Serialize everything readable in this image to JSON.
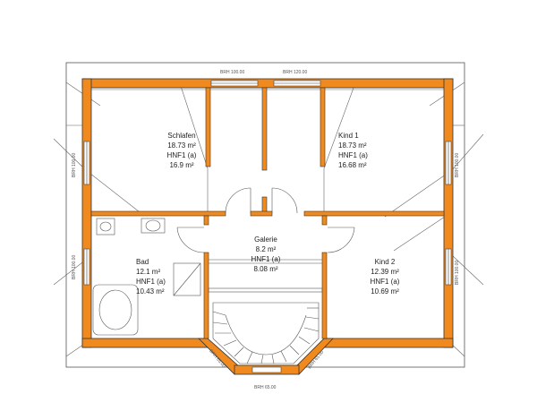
{
  "rooms": [
    {
      "name": "Schlafen",
      "area": "18.73 m²",
      "hnf": "HNF1 (a)",
      "net": "16.9 m²"
    },
    {
      "name": "Kind 1",
      "area": "18.73 m²",
      "hnf": "HNF1 (a)",
      "net": "16.68 m²"
    },
    {
      "name": "Galerie",
      "area": "8.2 m²",
      "hnf": "HNF1 (a)",
      "net": "8.08 m²"
    },
    {
      "name": "Bad",
      "area": "12.1 m²",
      "hnf": "HNF1 (a)",
      "net": "10.43 m²"
    },
    {
      "name": "Kind 2",
      "area": "12.39 m²",
      "hnf": "HNF1 (a)",
      "net": "10.69 m²"
    }
  ],
  "window_labels": {
    "top_left": "BRH 100.00",
    "top_right": "BRH 120.00",
    "left_upper": "BRH 100.00",
    "left_lower": "BRH 100.00",
    "right_upper": "BRH 100.00",
    "right_lower": "BRH 100.00",
    "bay_left": "BRH 65.00",
    "bay_bottom": "BRH 65.00",
    "bay_right": "BRH 65.00"
  },
  "colors": {
    "wall_fill": "#f08a1e",
    "wall_stroke": "#333333",
    "line": "#444444"
  }
}
